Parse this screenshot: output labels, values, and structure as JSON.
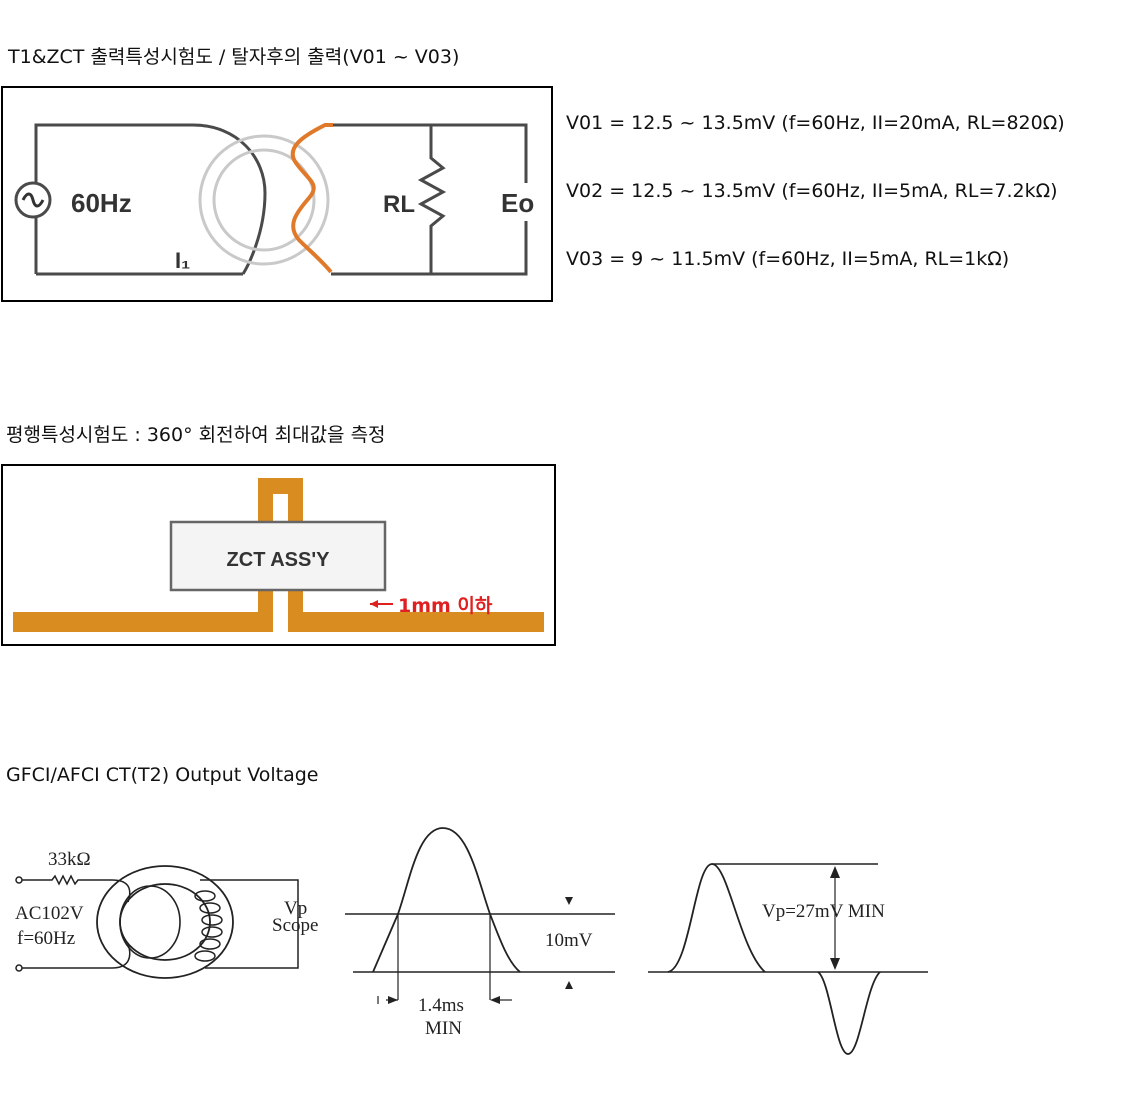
{
  "section1": {
    "title": "T1&ZCT 출력특성시험도 / 탈자후의 출력(V01 ~ V03)",
    "circuit": {
      "source_label": "60Hz",
      "current_label": "I₁",
      "load_label": "RL",
      "output_label": "Eo"
    },
    "specs": [
      "V01  =  12.5  ~  13.5mV (f=60Hz, II=20mA, RL=820Ω)",
      "V02  =  12.5  ~  13.5mV (f=60Hz, II=5mA, RL=7.2kΩ)",
      "V03  =  9  ~  11.5mV  (f=60Hz, II=5mA, RL=1kΩ)"
    ]
  },
  "section2": {
    "title": "평행특성시험도 : 360° 회전하여 최대값을 측정",
    "assembly_label": "ZCT ASS'Y",
    "gap_note": "1mm 이하"
  },
  "section3": {
    "title": "GFCI/AFCI CT(T2) Output Voltage",
    "circuit": {
      "resistor_label": "33kΩ",
      "source_voltage": "AC102V",
      "source_freq": "f=60Hz",
      "vp_label": "Vp",
      "scope_label": "Scope"
    },
    "waveform1": {
      "amplitude_label": "10mV",
      "width_label": "1.4ms",
      "width_note": "MIN"
    },
    "waveform2": {
      "peak_label": "Vp=27mV MIN"
    }
  },
  "colors": {
    "wire": "#4a4a4a",
    "copper": "#e07a2a",
    "bus": "#d98c1f",
    "note": "#e02020",
    "line": "#222222"
  }
}
